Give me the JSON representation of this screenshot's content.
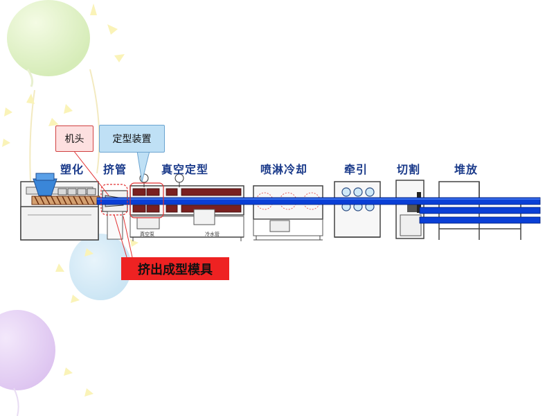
{
  "stage_labels": {
    "plasticizing": "塑化",
    "extrusion": "挤管",
    "vacuum_sizing": "真空定型",
    "spray_cooling": "喷淋冷却",
    "haul_off": "牵引",
    "cutting": "切割",
    "stacking": "堆放"
  },
  "callouts": {
    "machine_head": "机头",
    "sizing_device": "定型装置",
    "extrusion_die": "挤出成型模具"
  },
  "small_captions": {
    "vacuum_pump": "真空泵",
    "cooling_pipe": "冷水管"
  },
  "colors": {
    "pipe_blue": "#0a3fd6",
    "callout_red": "#ee2222",
    "label_blue": "#1a3a8a",
    "machine_dark": "#6b2020"
  }
}
